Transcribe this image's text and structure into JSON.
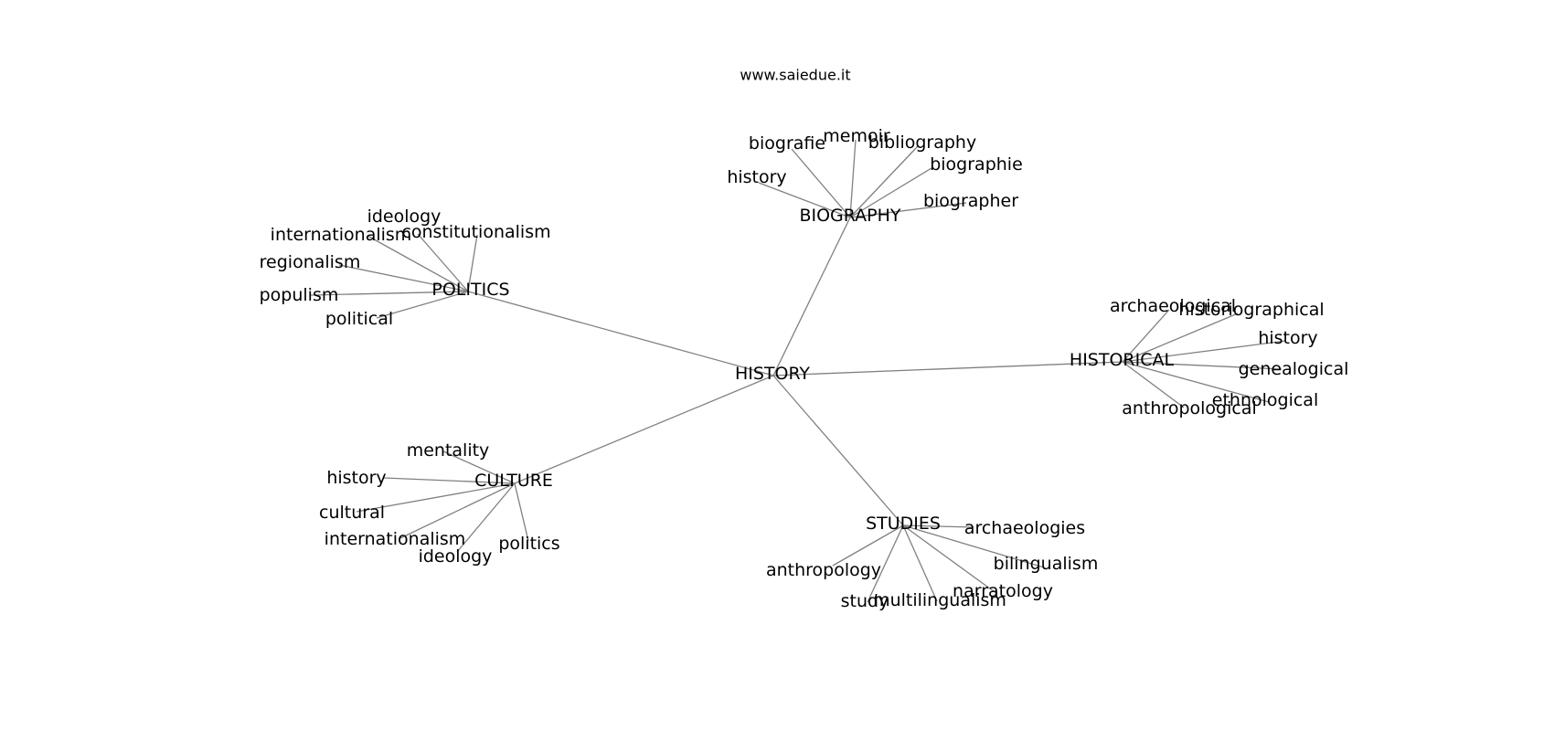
{
  "watermark": "www.saiedue.it",
  "edge_color": "#808080",
  "nodes": [
    {
      "id": "HISTORY",
      "label": "HISTORY"
    },
    {
      "id": "BIOGRAPHY",
      "label": "BIOGRAPHY"
    },
    {
      "id": "POLITICS",
      "label": "POLITICS"
    },
    {
      "id": "HISTORICAL",
      "label": "HISTORICAL"
    },
    {
      "id": "CULTURE",
      "label": "CULTURE"
    },
    {
      "id": "STUDIES",
      "label": "STUDIES"
    },
    {
      "id": "b1",
      "label": "biografie"
    },
    {
      "id": "b2",
      "label": "memoir"
    },
    {
      "id": "b3",
      "label": "bibliography"
    },
    {
      "id": "b4",
      "label": "biographie"
    },
    {
      "id": "b5",
      "label": "history"
    },
    {
      "id": "b6",
      "label": "biographer"
    },
    {
      "id": "p1",
      "label": "ideology"
    },
    {
      "id": "p2",
      "label": "internationalism"
    },
    {
      "id": "p3",
      "label": "constitutionalism"
    },
    {
      "id": "p4",
      "label": "regionalism"
    },
    {
      "id": "p5",
      "label": "populism"
    },
    {
      "id": "p6",
      "label": "political"
    },
    {
      "id": "h1",
      "label": "archaeological"
    },
    {
      "id": "h2",
      "label": "historiographical"
    },
    {
      "id": "h3",
      "label": "history"
    },
    {
      "id": "h4",
      "label": "genealogical"
    },
    {
      "id": "h5",
      "label": "ethnological"
    },
    {
      "id": "h6",
      "label": "anthropological"
    },
    {
      "id": "c1",
      "label": "mentality"
    },
    {
      "id": "c2",
      "label": "history"
    },
    {
      "id": "c3",
      "label": "cultural"
    },
    {
      "id": "c4",
      "label": "internationalism"
    },
    {
      "id": "c5",
      "label": "ideology"
    },
    {
      "id": "c6",
      "label": "politics"
    },
    {
      "id": "s1",
      "label": "archaeologies"
    },
    {
      "id": "s2",
      "label": "bilingualism"
    },
    {
      "id": "s3",
      "label": "narratology"
    },
    {
      "id": "s4",
      "label": "multilingualism"
    },
    {
      "id": "s5",
      "label": "study"
    },
    {
      "id": "s6",
      "label": "anthropology"
    }
  ],
  "edges": [
    [
      "HISTORY",
      "BIOGRAPHY"
    ],
    [
      "HISTORY",
      "POLITICS"
    ],
    [
      "HISTORY",
      "HISTORICAL"
    ],
    [
      "HISTORY",
      "CULTURE"
    ],
    [
      "HISTORY",
      "STUDIES"
    ],
    [
      "BIOGRAPHY",
      "b1"
    ],
    [
      "BIOGRAPHY",
      "b2"
    ],
    [
      "BIOGRAPHY",
      "b3"
    ],
    [
      "BIOGRAPHY",
      "b4"
    ],
    [
      "BIOGRAPHY",
      "b5"
    ],
    [
      "BIOGRAPHY",
      "b6"
    ],
    [
      "POLITICS",
      "p1"
    ],
    [
      "POLITICS",
      "p2"
    ],
    [
      "POLITICS",
      "p3"
    ],
    [
      "POLITICS",
      "p4"
    ],
    [
      "POLITICS",
      "p5"
    ],
    [
      "POLITICS",
      "p6"
    ],
    [
      "HISTORICAL",
      "h1"
    ],
    [
      "HISTORICAL",
      "h2"
    ],
    [
      "HISTORICAL",
      "h3"
    ],
    [
      "HISTORICAL",
      "h4"
    ],
    [
      "HISTORICAL",
      "h5"
    ],
    [
      "HISTORICAL",
      "h6"
    ],
    [
      "CULTURE",
      "c1"
    ],
    [
      "CULTURE",
      "c2"
    ],
    [
      "CULTURE",
      "c3"
    ],
    [
      "CULTURE",
      "c4"
    ],
    [
      "CULTURE",
      "c5"
    ],
    [
      "CULTURE",
      "c6"
    ],
    [
      "STUDIES",
      "s1"
    ],
    [
      "STUDIES",
      "s2"
    ],
    [
      "STUDIES",
      "s3"
    ],
    [
      "STUDIES",
      "s4"
    ],
    [
      "STUDIES",
      "s5"
    ],
    [
      "STUDIES",
      "s6"
    ]
  ]
}
